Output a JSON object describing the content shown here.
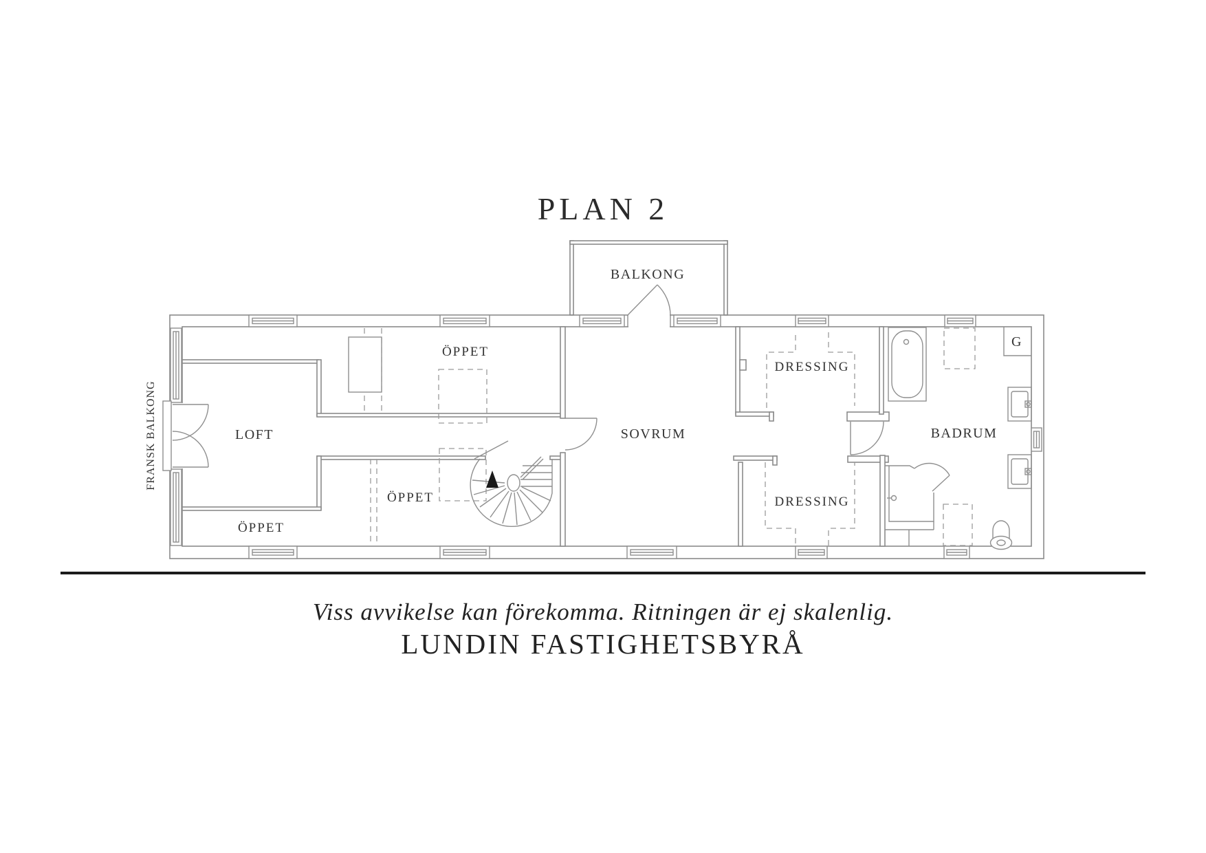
{
  "page": {
    "title": "PLAN 2",
    "background": "#ffffff"
  },
  "floorplan": {
    "labels": {
      "balkong": {
        "text": "BALKONG"
      },
      "fransk_balkong": {
        "text": "FRANSK BALKONG"
      },
      "loft": {
        "text": "LOFT"
      },
      "oppet_upper": {
        "text": "ÖPPET"
      },
      "oppet_middle": {
        "text": "ÖPPET"
      },
      "oppet_lower": {
        "text": "ÖPPET"
      },
      "sovrum": {
        "text": "SOVRUM"
      },
      "dressing_upper": {
        "text": "DRESSING"
      },
      "dressing_lower": {
        "text": "DRESSING"
      },
      "badrum": {
        "text": "BADRUM"
      },
      "garderob": {
        "text": "G"
      }
    },
    "line_color": "#8a8a8a",
    "dash_color": "#9a9a9a",
    "label_color": "#333333"
  },
  "footer": {
    "disclaimer": "Viss avvikelse kan förekomma. Ritningen är ej skalenlig.",
    "brand": "LUNDIN FASTIGHETSBYRÅ",
    "rule_color": "#1b1b1b"
  }
}
